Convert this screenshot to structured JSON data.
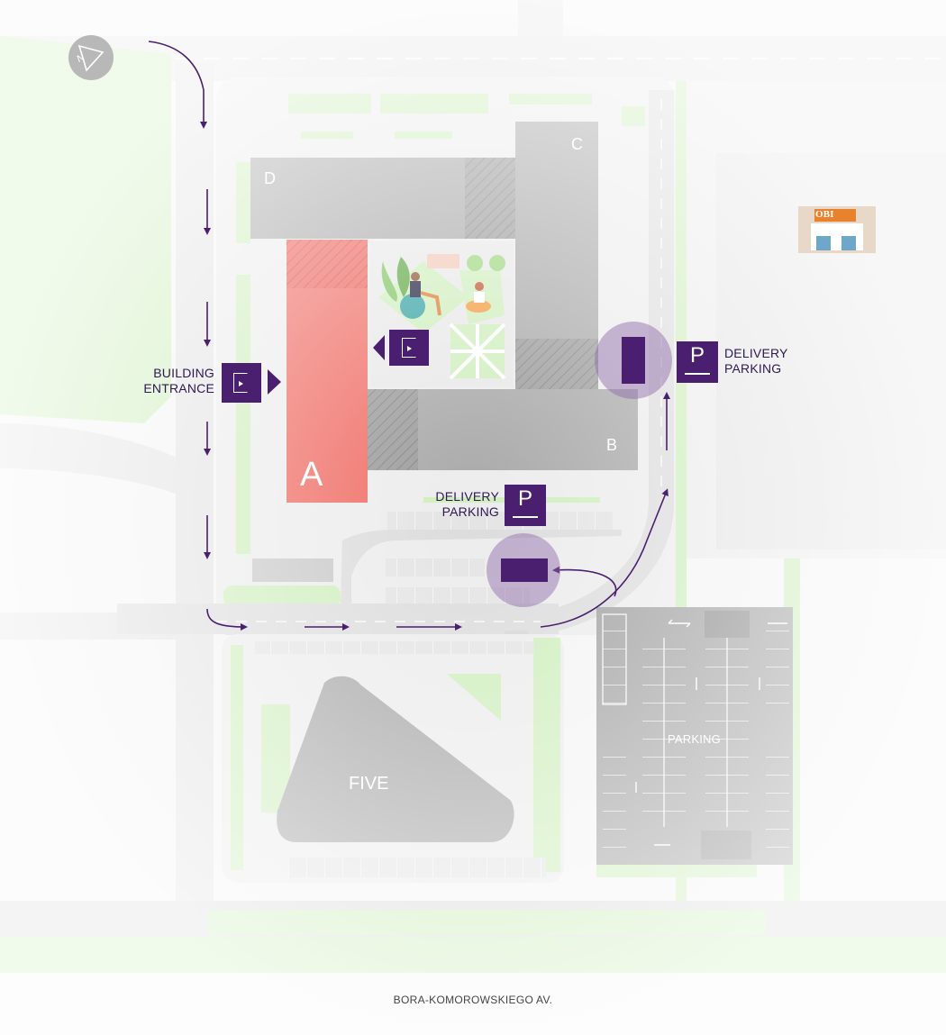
{
  "colors": {
    "grass": "#c9ecb5",
    "pavement": "#ececec",
    "road": "#dedede",
    "building": "#a7a7a8",
    "building_a": "#ef6a62",
    "accent": "#4b1f6f",
    "halo": "#b39cc4"
  },
  "compass": {
    "label": "N",
    "icon": "north-arrow-icon"
  },
  "buildings": {
    "a": "A",
    "b": "B",
    "c": "C",
    "d": "D",
    "five": "FIVE"
  },
  "store": {
    "name": "OBI",
    "icon": "store-icon"
  },
  "labels": {
    "building_entrance_line1": "BUILDING",
    "building_entrance_line2": "ENTRANCE",
    "delivery_right_line1": "DELIVERY",
    "delivery_right_line2": "PARKING",
    "delivery_left_line1": "DELIVERY",
    "delivery_left_line2": "PARKING",
    "parking": "PARKING",
    "parking_sign": "P"
  },
  "icons": [
    "entrance-door-icon",
    "parking-sign-icon",
    "direction-arrow-icon",
    "people-relaxing-illustration"
  ],
  "street": "BORA-KOMOROWSKIEGO AV."
}
